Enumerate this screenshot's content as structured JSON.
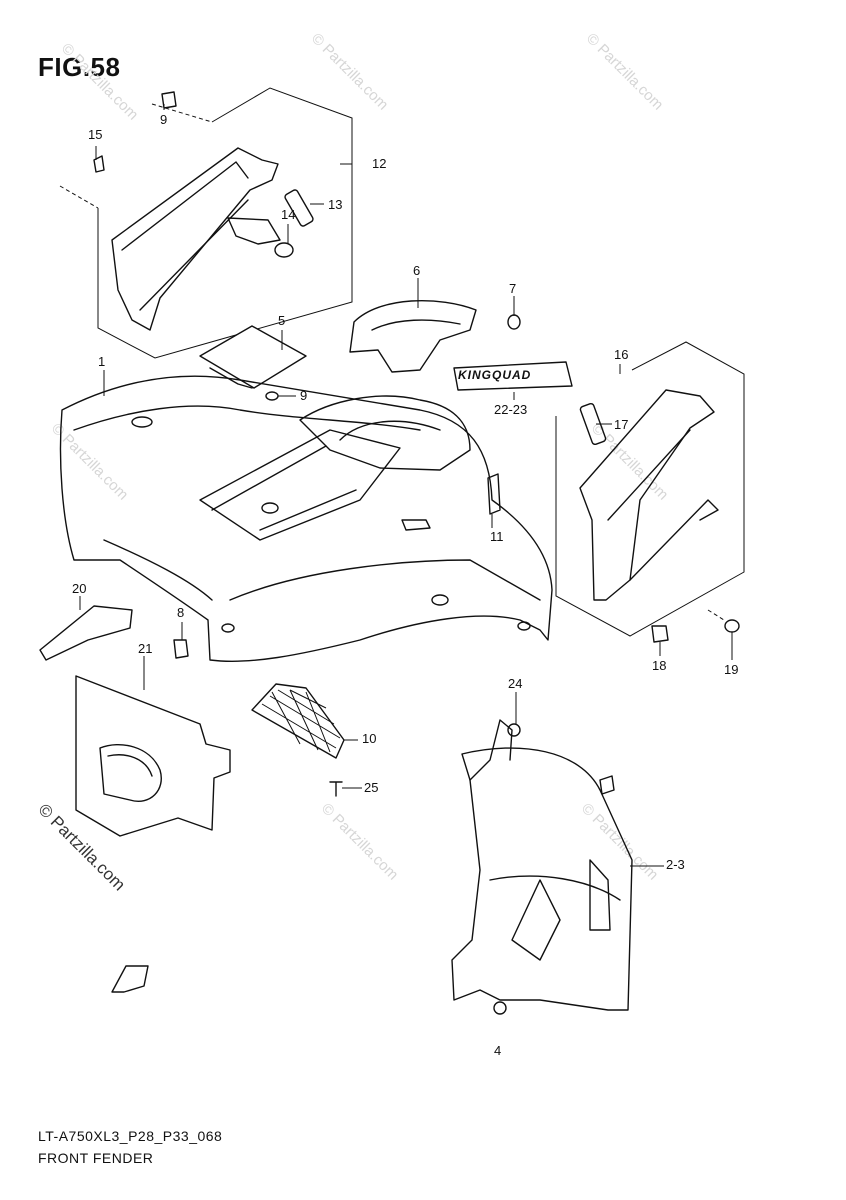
{
  "figure": {
    "title": "FIG.58"
  },
  "callouts": [
    {
      "id": "c1",
      "label": "1"
    },
    {
      "id": "c2",
      "label": "2-3"
    },
    {
      "id": "c4",
      "label": "4"
    },
    {
      "id": "c5",
      "label": "5"
    },
    {
      "id": "c6",
      "label": "6"
    },
    {
      "id": "c7",
      "label": "7"
    },
    {
      "id": "c8",
      "label": "8"
    },
    {
      "id": "c9a",
      "label": "9"
    },
    {
      "id": "c9b",
      "label": "9"
    },
    {
      "id": "c10",
      "label": "10"
    },
    {
      "id": "c11",
      "label": "11"
    },
    {
      "id": "c12",
      "label": "12"
    },
    {
      "id": "c13",
      "label": "13"
    },
    {
      "id": "c14",
      "label": "14"
    },
    {
      "id": "c15",
      "label": "15"
    },
    {
      "id": "c16",
      "label": "16"
    },
    {
      "id": "c17",
      "label": "17"
    },
    {
      "id": "c18",
      "label": "18"
    },
    {
      "id": "c19",
      "label": "19"
    },
    {
      "id": "c20",
      "label": "20"
    },
    {
      "id": "c21",
      "label": "21"
    },
    {
      "id": "c22",
      "label": "22-23"
    },
    {
      "id": "c24",
      "label": "24"
    },
    {
      "id": "c25",
      "label": "25"
    }
  ],
  "decal": {
    "text": "KINGQUAD"
  },
  "footer": {
    "model_code": "LT-A750XL3_P28_P33_068",
    "section_name": "FRONT FENDER"
  },
  "watermark": {
    "text": "© Partzilla.com"
  },
  "colors": {
    "line": "#111111",
    "watermark": "#d6d6d6",
    "background": "#ffffff"
  }
}
